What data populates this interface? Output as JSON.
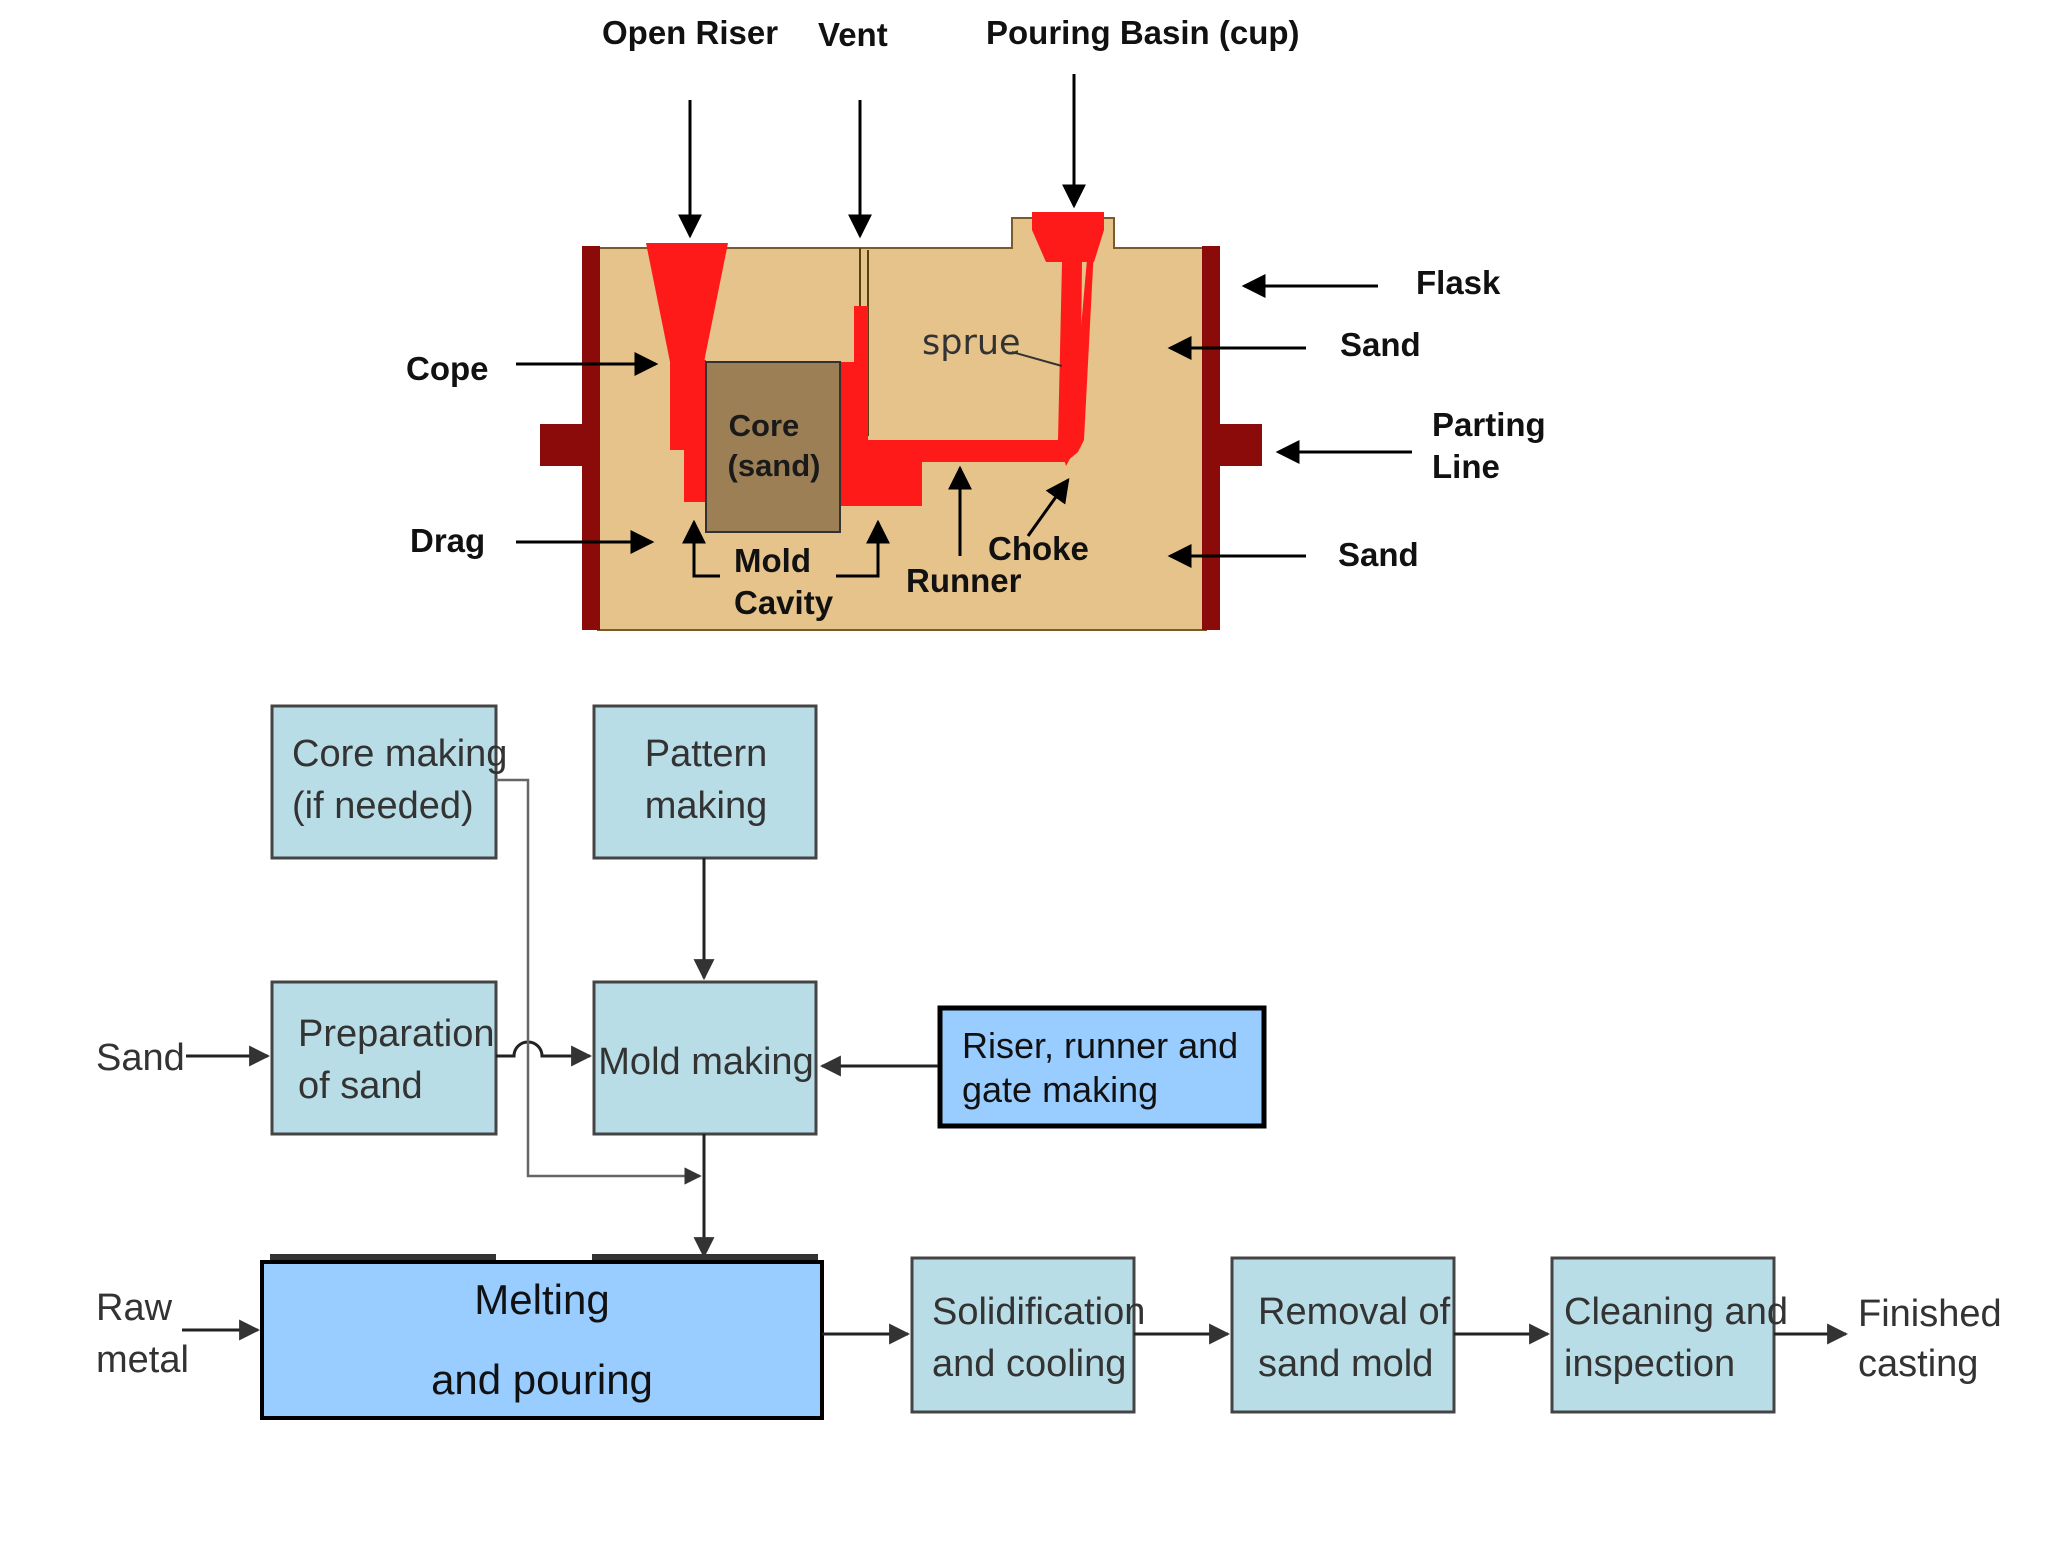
{
  "mold_diagram": {
    "labels": {
      "open_riser": "Open Riser",
      "vent": "Vent",
      "pouring_basin": "Pouring Basin (cup)",
      "flask": "Flask",
      "sand_top": "Sand",
      "parting_line_1": "Parting",
      "parting_line_2": "Line",
      "sand_bottom": "Sand",
      "cope": "Cope",
      "drag": "Drag",
      "sprue": "sprue",
      "core_1": "Core",
      "core_2": "(sand)",
      "mold_cavity_1": "Mold",
      "mold_cavity_2": "Cavity",
      "runner": "Runner",
      "choke": "Choke"
    },
    "colors": {
      "sand": "#E5C38A",
      "metal": "#FF1A1A",
      "flask": "#8B0A0A",
      "core": "#9C7F55"
    }
  },
  "flowchart": {
    "inputs": {
      "sand": "Sand",
      "raw_metal_1": "Raw",
      "raw_metal_2": "metal"
    },
    "boxes": {
      "core_making_1": "Core making",
      "core_making_2": "(if needed)",
      "pattern_making_1": "Pattern",
      "pattern_making_2": "making",
      "preparation_1": "Preparation",
      "preparation_2": "of sand",
      "mold_making": "Mold making",
      "riser_1": "Riser, runner and",
      "riser_2": "gate making",
      "melting_1": "Melting",
      "melting_2": "and pouring",
      "solidification_1": "Solidification",
      "solidification_2": "and cooling",
      "removal_1": "Removal of",
      "removal_2": "sand mold",
      "cleaning_1": "Cleaning and",
      "cleaning_2": "inspection"
    },
    "output": {
      "finished_1": "Finished",
      "finished_2": "casting"
    },
    "colors": {
      "box_fill": "#B8DDE6",
      "box_fill_blue": "#99CCFF"
    }
  }
}
